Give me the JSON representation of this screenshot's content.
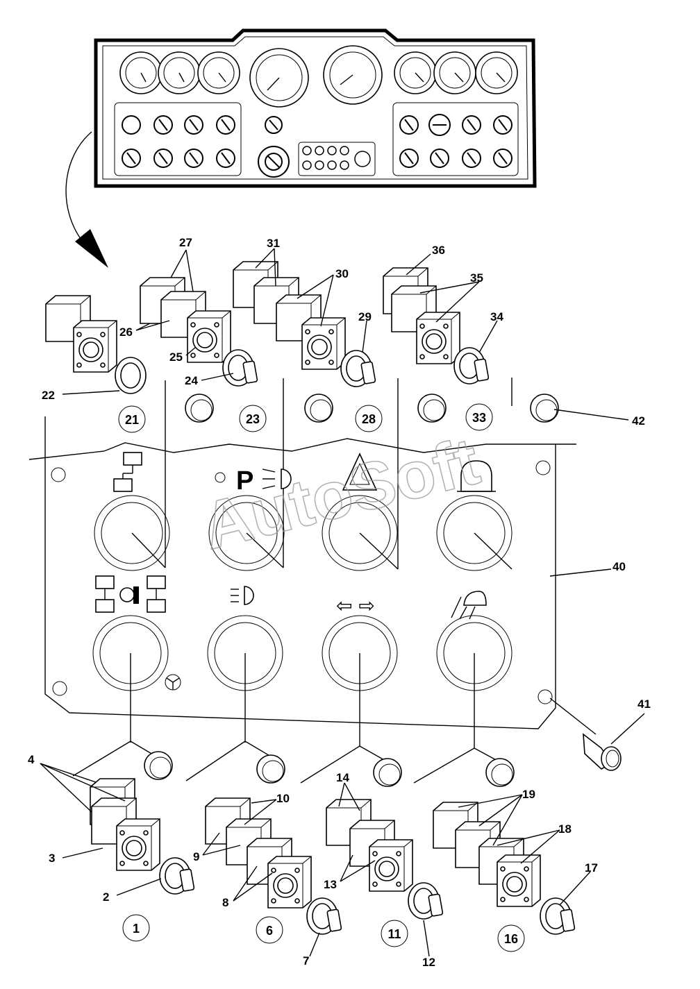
{
  "callouts": {
    "c1": "1",
    "c2": "2",
    "c3": "3",
    "c4": "4",
    "c6": "6",
    "c7": "7",
    "c8": "8",
    "c9": "9",
    "c10": "10",
    "c11": "11",
    "c12": "12",
    "c13": "13",
    "c14": "14",
    "c16": "16",
    "c17": "17",
    "c18": "18",
    "c19": "19",
    "c21": "21",
    "c22": "22",
    "c23": "23",
    "c24": "24",
    "c25": "25",
    "c26": "26",
    "c27": "27",
    "c28": "28",
    "c29": "29",
    "c30": "30",
    "c31": "31",
    "c33": "33",
    "c34": "34",
    "c35": "35",
    "c36": "36",
    "c40": "40",
    "c41": "41",
    "c42": "42"
  },
  "panel_symbols": {
    "parking_lights": "P",
    "arrows": "⇦ ⇨"
  },
  "watermark": "AutoSoft",
  "icons": [
    "dashboard-overview",
    "gauge-icon",
    "rotary-switch-icon",
    "indicator-lamp-icon",
    "hydraulic-circuit-icon",
    "parking-light-icon",
    "hazard-warning-icon",
    "beacon-icon",
    "steering-mode-icon",
    "headlight-icon",
    "turn-signal-icon",
    "work-light-icon",
    "steering-wheel-icon",
    "screw-icon"
  ]
}
